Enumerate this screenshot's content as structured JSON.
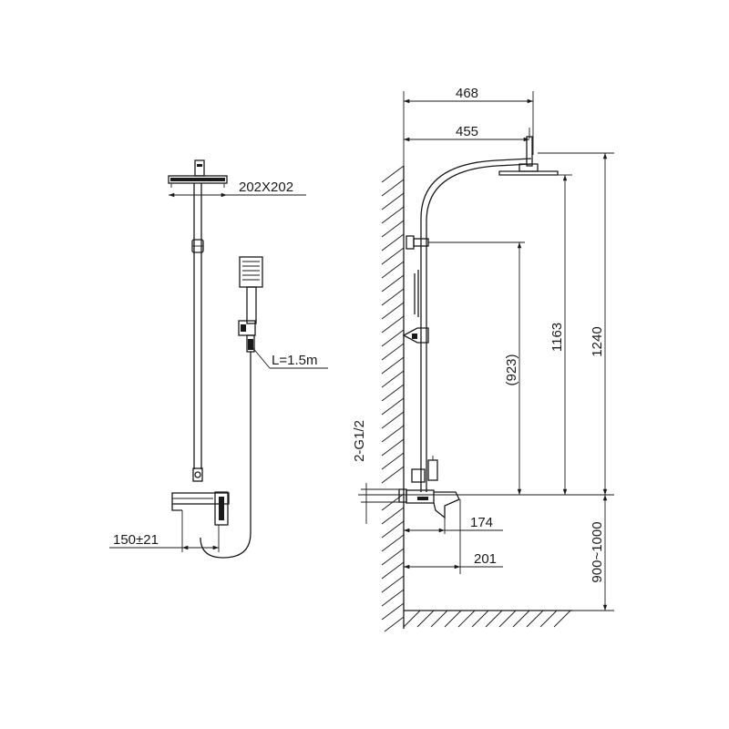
{
  "front_view": {
    "head_size_label": "202X202",
    "hose_label": "L=1.5m",
    "spout_offset_label": "150±21"
  },
  "side_view": {
    "width_outer_label": "468",
    "width_inner_label": "455",
    "height_total_label": "1240",
    "height_head_label": "1163",
    "height_bracket_label": "(923)",
    "connection_label": "2-G1/2",
    "depth_mixer_label": "174",
    "depth_spout_label": "201",
    "install_height_label": "900~1000"
  }
}
